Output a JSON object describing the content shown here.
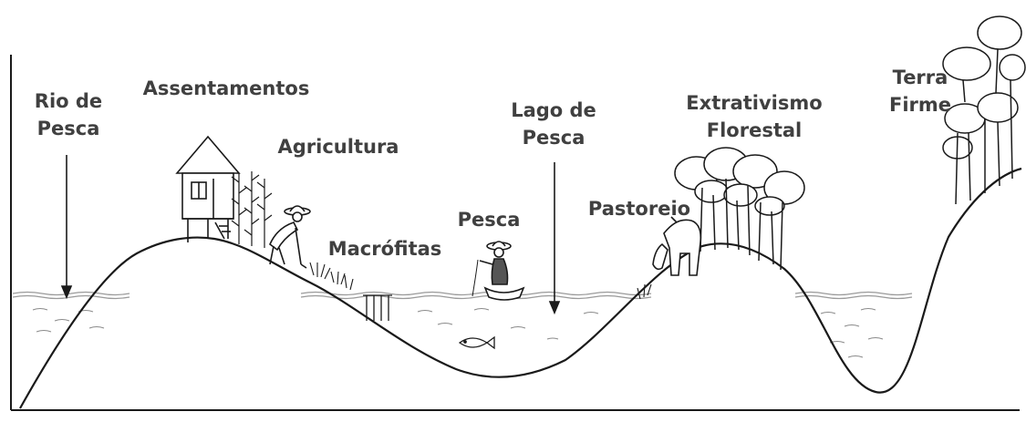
{
  "labels": {
    "rio_de_pesca": [
      "Rio de",
      "Pesca"
    ],
    "assentamentos": "Assentamentos",
    "agricultura": "Agricultura",
    "macrofitas": "Macrófitas",
    "pesca": "Pesca",
    "lago_de_pesca": [
      "Lago de",
      "Pesca"
    ],
    "pastoreio": "Pastoreio",
    "extrativismo_florestal": [
      "Extrativismo",
      "Florestal"
    ],
    "terra_firme": [
      "Terra",
      "Firme"
    ]
  },
  "colors": {
    "label_text": "#404040",
    "line": "#1a1a1a",
    "water": "#9a9a9a",
    "background": "#ffffff"
  },
  "icons": [
    "house-icon",
    "farmer-icon",
    "crops-icon",
    "fisherman-boat-icon",
    "fish-icon",
    "cow-icon",
    "forest-trees-icon",
    "tall-tree-icon",
    "grass-tuft-icon"
  ]
}
